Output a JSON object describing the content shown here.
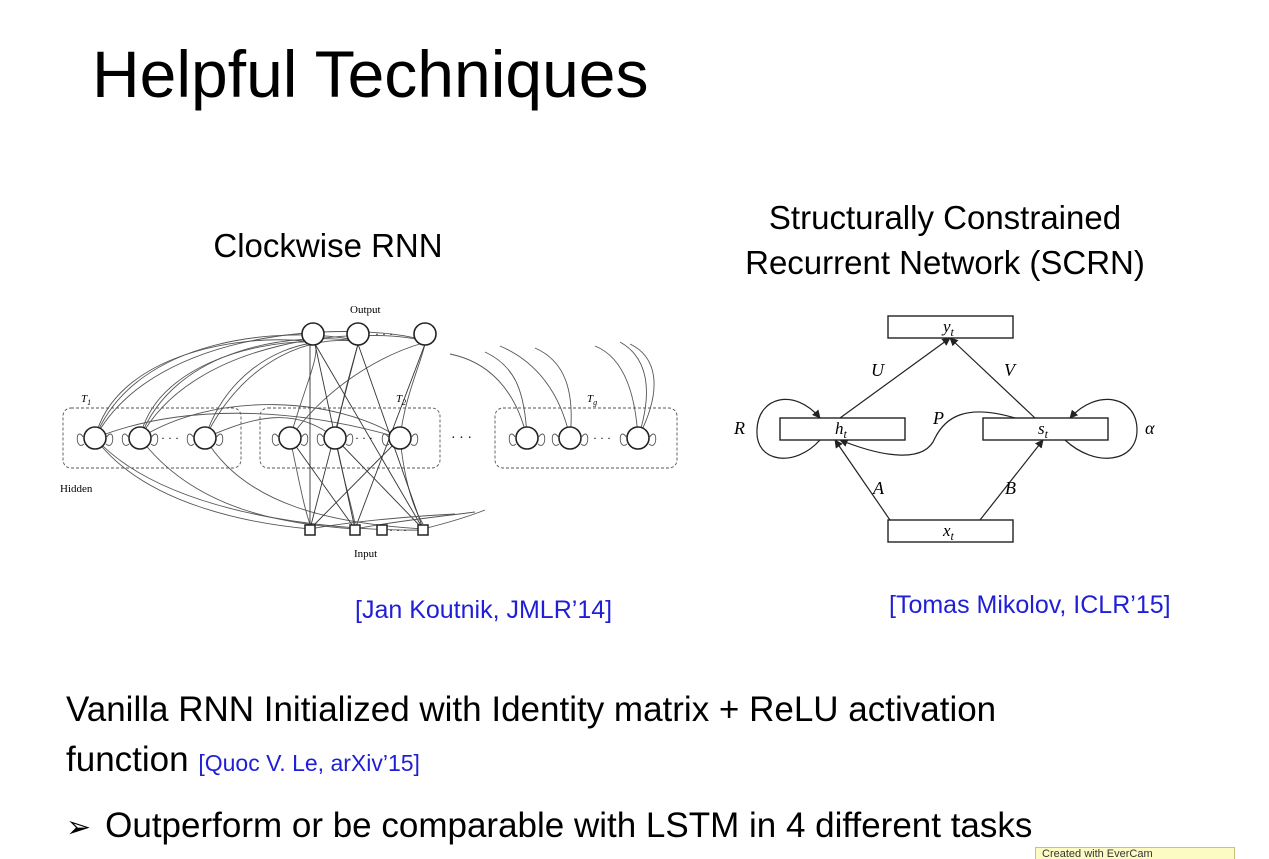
{
  "slide": {
    "title": "Helpful Techniques",
    "left": {
      "heading": "Clockwise RNN",
      "citation": "[Jan Koutnik, JMLR’14]",
      "diagram": {
        "output_label": "Output",
        "input_label": "Input",
        "hidden_label": "Hidden",
        "t1_label": "T",
        "t1_sub": "1",
        "t2_label": "T",
        "t2_sub": "2",
        "tg_label": "T",
        "tg_sub": "g",
        "ellipsis": "· · ·"
      }
    },
    "right": {
      "heading_line1": "Structurally Constrained",
      "heading_line2": "Recurrent Network (SCRN)",
      "citation": "[Tomas Mikolov, ICLR’15]",
      "diagram": {
        "y": "y",
        "y_sub": "t",
        "h": "h",
        "h_sub": "t",
        "s": "s",
        "s_sub": "t",
        "x": "x",
        "x_sub": "t",
        "U": "U",
        "V": "V",
        "P": "P",
        "A": "A",
        "B": "B",
        "R": "R",
        "alpha": "α"
      }
    },
    "body": {
      "line1": "Vanilla RNN Initialized with Identity matrix + ReLU activation",
      "line2": "function",
      "line2_cite": "[Quoc V. Le, arXiv’15]",
      "bullet_glyph": "➢",
      "bullet": "Outperform or be comparable with LSTM in 4 different tasks"
    },
    "watermark": "Created with EverCam"
  }
}
